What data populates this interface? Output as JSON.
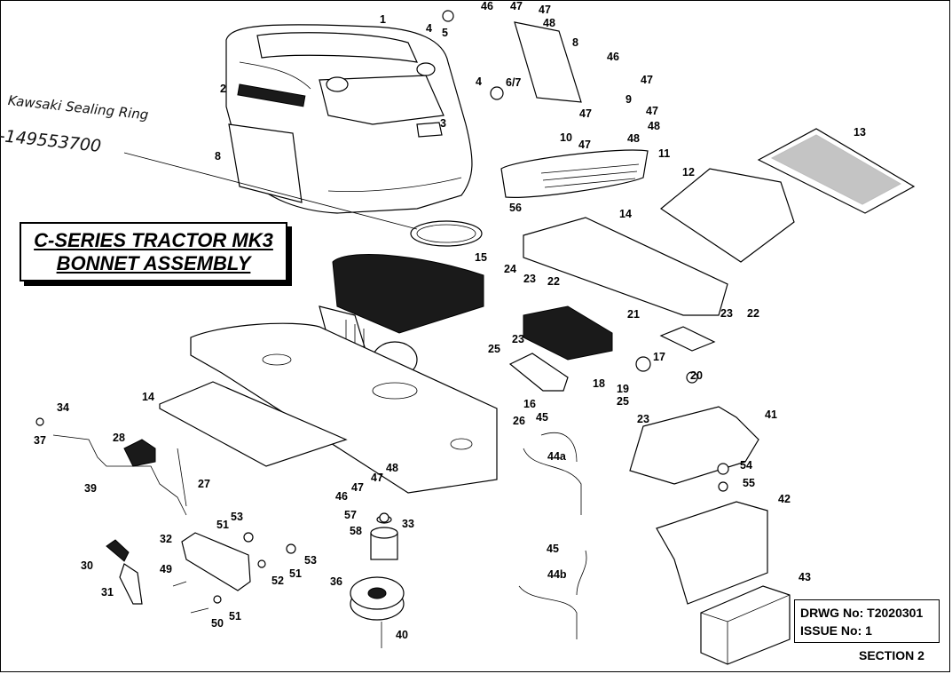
{
  "title": {
    "line1": "C-SERIES TRACTOR MK3",
    "line2": "BONNET ASSEMBLY"
  },
  "handwritten_note": {
    "line1": "Kawsaki Sealing Ring",
    "line2": "-149553700"
  },
  "drawing_info": {
    "drwg_no": "DRWG No: T2020301",
    "issue_no": "ISSUE No: 1",
    "section": "SECTION 2"
  },
  "callouts": [
    "1",
    "2",
    "3",
    "4",
    "4",
    "5",
    "6/7",
    "8",
    "8",
    "9",
    "10",
    "11",
    "12",
    "13",
    "14",
    "14",
    "15",
    "16",
    "17",
    "18",
    "19",
    "20",
    "21",
    "22",
    "22",
    "23",
    "23",
    "23",
    "23",
    "24",
    "25",
    "25",
    "26",
    "27",
    "28",
    "30",
    "31",
    "32",
    "33",
    "34",
    "36",
    "37",
    "39",
    "40",
    "41",
    "42",
    "43",
    "44a",
    "44b",
    "45",
    "45",
    "46",
    "46",
    "46",
    "47",
    "47",
    "47",
    "47",
    "47",
    "47",
    "48",
    "48",
    "48",
    "48",
    "49",
    "50",
    "51",
    "51",
    "51",
    "52",
    "53",
    "53",
    "54",
    "55",
    "56",
    "57",
    "58"
  ]
}
